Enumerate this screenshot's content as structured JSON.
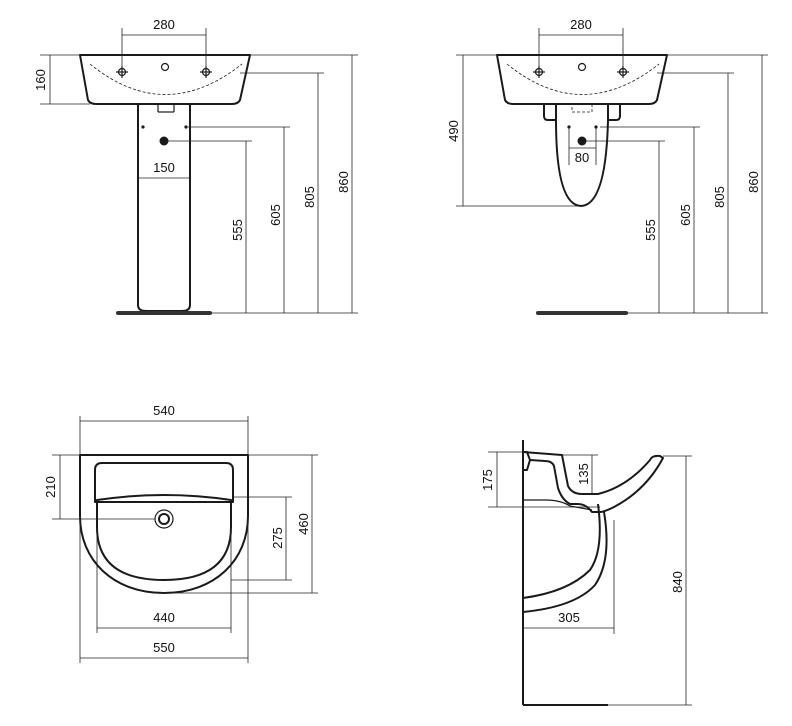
{
  "views": {
    "pedestal_front": {
      "dims": {
        "tap_spacing": "280",
        "bowl_height": "160",
        "pedestal_width": "150",
        "waste_height": "555",
        "supply_height": "605",
        "rim_height": "805",
        "total_height": "860"
      }
    },
    "wall_hung_front": {
      "dims": {
        "tap_spacing": "280",
        "shroud_height": "490",
        "supply_spacing": "80",
        "waste_height": "555",
        "supply_height": "605",
        "rim_height": "805",
        "total_height": "860"
      }
    },
    "top_view": {
      "dims": {
        "bowl_width": "540",
        "back_depth": "210",
        "inner_depth": "275",
        "depth": "460",
        "inner_width": "440",
        "outer_width": "550"
      }
    },
    "side_view": {
      "dims": {
        "top_height": "175",
        "inner_height": "135",
        "projection": "305",
        "overall_height": "840"
      }
    }
  }
}
